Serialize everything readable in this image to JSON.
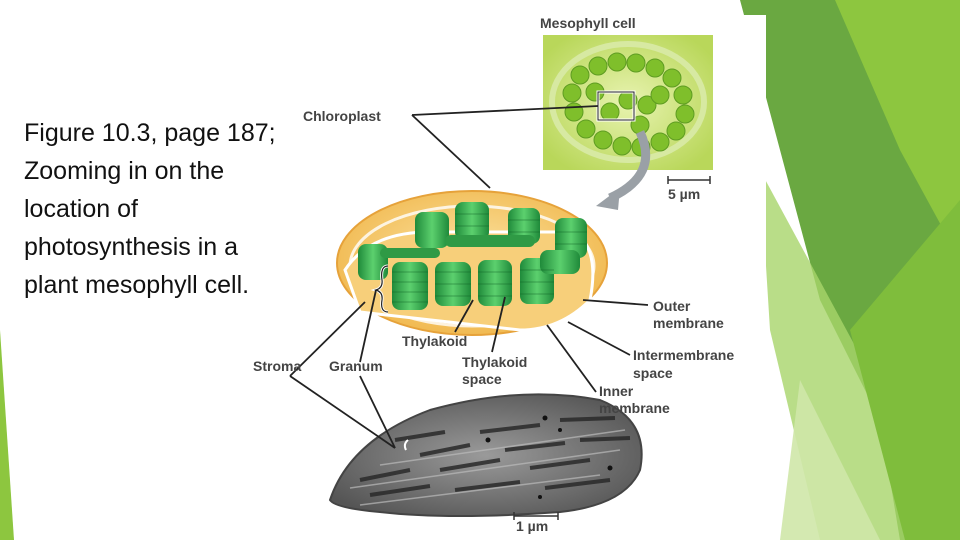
{
  "slide": {
    "caption": "Figure 10.3, page 187; Zooming in on the location of photosynthesis in a plant mesophyll cell."
  },
  "figure": {
    "labels": {
      "mesophyll_cell": "Mesophyll cell",
      "chloroplast": "Chloroplast",
      "scale_top": "5 µm",
      "outer_membrane_1": "Outer",
      "outer_membrane_2": "membrane",
      "intermembrane_1": "Intermembrane",
      "intermembrane_2": "space",
      "inner_membrane_1": "Inner",
      "inner_membrane_2": "membrane",
      "thylakoid": "Thylakoid",
      "stroma": "Stroma",
      "granum": "Granum",
      "thylakoid_space_1": "Thylakoid",
      "thylakoid_space_2": "space",
      "scale_bottom": "1 µm"
    }
  },
  "colors": {
    "accent_green": "#8dc63f",
    "dark_green": "#5e9c34",
    "chloroplast_envelope": "#f2b84b",
    "grana": "#2fa84a"
  }
}
